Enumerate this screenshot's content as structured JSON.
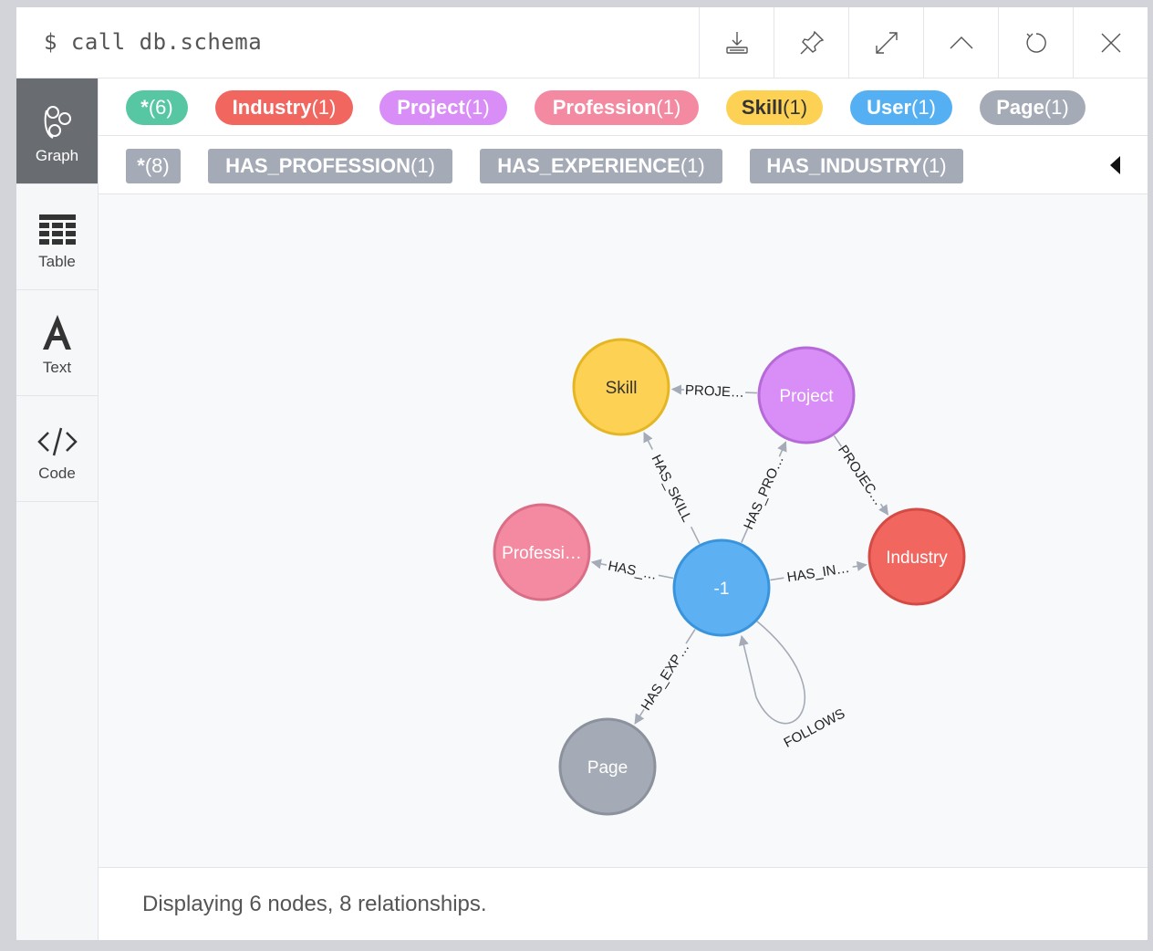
{
  "command": "$ call db.schema",
  "toolbar": {
    "buttons": [
      "download-icon",
      "pin-icon",
      "expand-icon",
      "collapse-icon",
      "rerun-icon",
      "close-icon"
    ]
  },
  "sidebar": {
    "items": [
      {
        "label": "Graph",
        "icon": "graph-icon",
        "active": true
      },
      {
        "label": "Table",
        "icon": "table-icon",
        "active": false
      },
      {
        "label": "Text",
        "icon": "text-icon",
        "active": false
      },
      {
        "label": "Code",
        "icon": "code-icon",
        "active": false
      }
    ]
  },
  "node_labels": [
    {
      "name": "*",
      "count": "(6)",
      "color": "#57c7a3"
    },
    {
      "name": "Industry",
      "count": "(1)",
      "color": "#f26660"
    },
    {
      "name": "Project",
      "count": "(1)",
      "color": "#d98df6"
    },
    {
      "name": "Profession",
      "count": "(1)",
      "color": "#f48aa2"
    },
    {
      "name": "Skill",
      "count": "(1)",
      "color": "#fdd254"
    },
    {
      "name": "User",
      "count": "(1)",
      "color": "#54b0f3"
    },
    {
      "name": "Page",
      "count": "(1)",
      "color": "#a5abb6"
    }
  ],
  "relationship_types": [
    {
      "name": "*",
      "count": "(8)"
    },
    {
      "name": "HAS_PROFESSION",
      "count": "(1)"
    },
    {
      "name": "HAS_EXPERIENCE",
      "count": "(1)"
    },
    {
      "name": "HAS_INDUSTRY",
      "count": "(1)"
    }
  ],
  "graph": {
    "nodes": [
      {
        "id": "skill",
        "caption": "Skill",
        "color": "#fdd254",
        "stroke": "#e5b623",
        "text": "#333"
      },
      {
        "id": "project",
        "caption": "Project",
        "color": "#d98df6",
        "stroke": "#b66ad8",
        "text": "#fff"
      },
      {
        "id": "profession",
        "caption": "Professi…",
        "color": "#f48aa2",
        "stroke": "#d96e86",
        "text": "#fff"
      },
      {
        "id": "user",
        "caption": "-1",
        "color": "#5db1f3",
        "stroke": "#3a94dc",
        "text": "#fff"
      },
      {
        "id": "industry",
        "caption": "Industry",
        "color": "#f26660",
        "stroke": "#d44b45",
        "text": "#fff"
      },
      {
        "id": "page",
        "caption": "Page",
        "color": "#a5abb6",
        "stroke": "#8c929c",
        "text": "#fff"
      }
    ],
    "relationships": [
      {
        "from": "project",
        "to": "skill",
        "caption": "PROJE…"
      },
      {
        "from": "user",
        "to": "skill",
        "caption": "HAS_SKILL"
      },
      {
        "from": "user",
        "to": "project",
        "caption": "HAS_PRO…"
      },
      {
        "from": "project",
        "to": "industry",
        "caption": "PROJEC…"
      },
      {
        "from": "user",
        "to": "profession",
        "caption": "HAS_…"
      },
      {
        "from": "user",
        "to": "industry",
        "caption": "HAS_IN…"
      },
      {
        "from": "user",
        "to": "page",
        "caption": "HAS_EXP…"
      },
      {
        "from": "user",
        "to": "user",
        "caption": "FOLLOWS"
      }
    ]
  },
  "status": "Displaying 6 nodes, 8 relationships."
}
